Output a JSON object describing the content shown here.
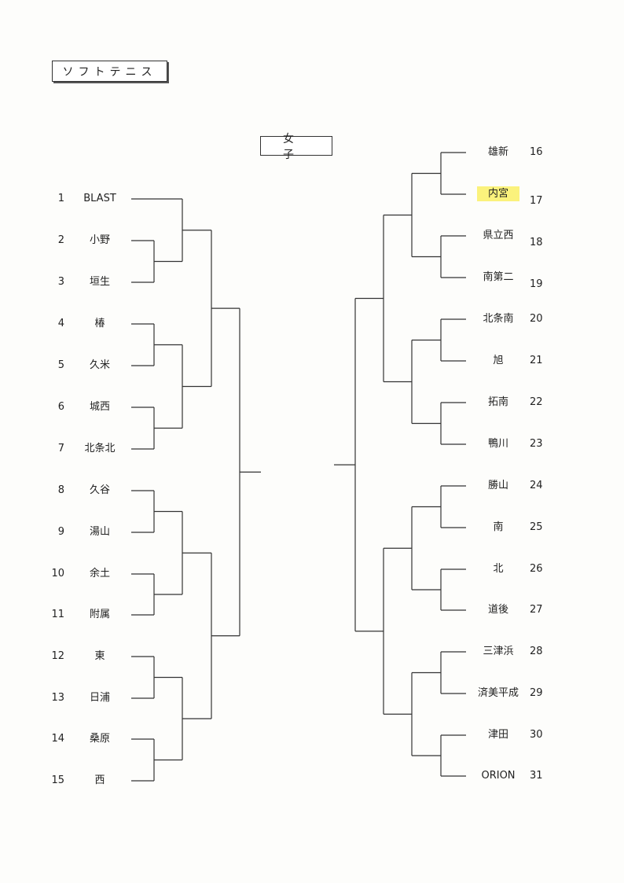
{
  "sport_title": "ソフトテニス",
  "category": "女 子",
  "left_teams": [
    {
      "no": "1",
      "name": "BLAST"
    },
    {
      "no": "2",
      "name": "小野"
    },
    {
      "no": "3",
      "name": "垣生"
    },
    {
      "no": "4",
      "name": "椿"
    },
    {
      "no": "5",
      "name": "久米"
    },
    {
      "no": "6",
      "name": "城西"
    },
    {
      "no": "7",
      "name": "北条北"
    },
    {
      "no": "8",
      "name": "久谷"
    },
    {
      "no": "9",
      "name": "湯山"
    },
    {
      "no": "10",
      "name": "余土"
    },
    {
      "no": "11",
      "name": "附属"
    },
    {
      "no": "12",
      "name": "東"
    },
    {
      "no": "13",
      "name": "日浦"
    },
    {
      "no": "14",
      "name": "桑原"
    },
    {
      "no": "15",
      "name": "西"
    }
  ],
  "right_teams": [
    {
      "no": "16",
      "name": "雄新"
    },
    {
      "no": "17",
      "name": "内宮",
      "highlighted": true
    },
    {
      "no": "18",
      "name": "県立西"
    },
    {
      "no": "19",
      "name": "南第二"
    },
    {
      "no": "20",
      "name": "北条南"
    },
    {
      "no": "21",
      "name": "旭"
    },
    {
      "no": "22",
      "name": "拓南"
    },
    {
      "no": "23",
      "name": "鴨川"
    },
    {
      "no": "24",
      "name": "勝山"
    },
    {
      "no": "25",
      "name": "南"
    },
    {
      "no": "26",
      "name": "北"
    },
    {
      "no": "27",
      "name": "道後"
    },
    {
      "no": "28",
      "name": "三津浜"
    },
    {
      "no": "29",
      "name": "済美平成"
    },
    {
      "no": "30",
      "name": "津田"
    },
    {
      "no": "31",
      "name": "ORION"
    }
  ],
  "colors": {
    "highlight": "#fbf27c",
    "line": "#333333"
  }
}
